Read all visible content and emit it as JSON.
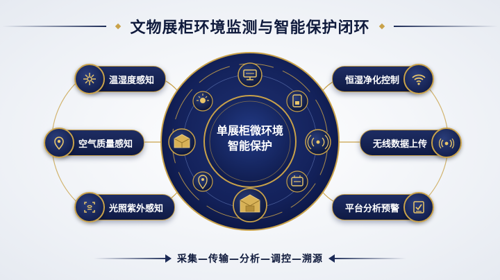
{
  "title": "文物展柜环境监测与智能保护闭环",
  "center": {
    "line1": "单展柜微环境",
    "line2": "智能保护"
  },
  "left_items": [
    {
      "label": "温湿度感知",
      "icon": "temperature-humidity-icon"
    },
    {
      "label": "空气质量感知",
      "icon": "location-pin-icon"
    },
    {
      "label": "光照紫外感知",
      "icon": "uv-sensor-icon"
    }
  ],
  "right_items": [
    {
      "label": "恒湿净化控制",
      "icon": "wifi-signal-icon"
    },
    {
      "label": "无线数据上传",
      "icon": "wireless-upload-icon"
    },
    {
      "label": "平台分析预警",
      "icon": "checklist-icon"
    }
  ],
  "ring_icons": [
    "monitor-screen-icon",
    "light-bulb-icon",
    "smart-card-icon",
    "display-case-icon",
    "antenna-signal-icon",
    "location-pin-icon",
    "control-box-icon",
    "artifact-cabinet-icon"
  ],
  "flow_text": "采集—传输—分析—调控—溯源",
  "colors": {
    "navy": "#13215a",
    "gold": "#c9a24a",
    "text_dark": "#0f1a3c"
  }
}
